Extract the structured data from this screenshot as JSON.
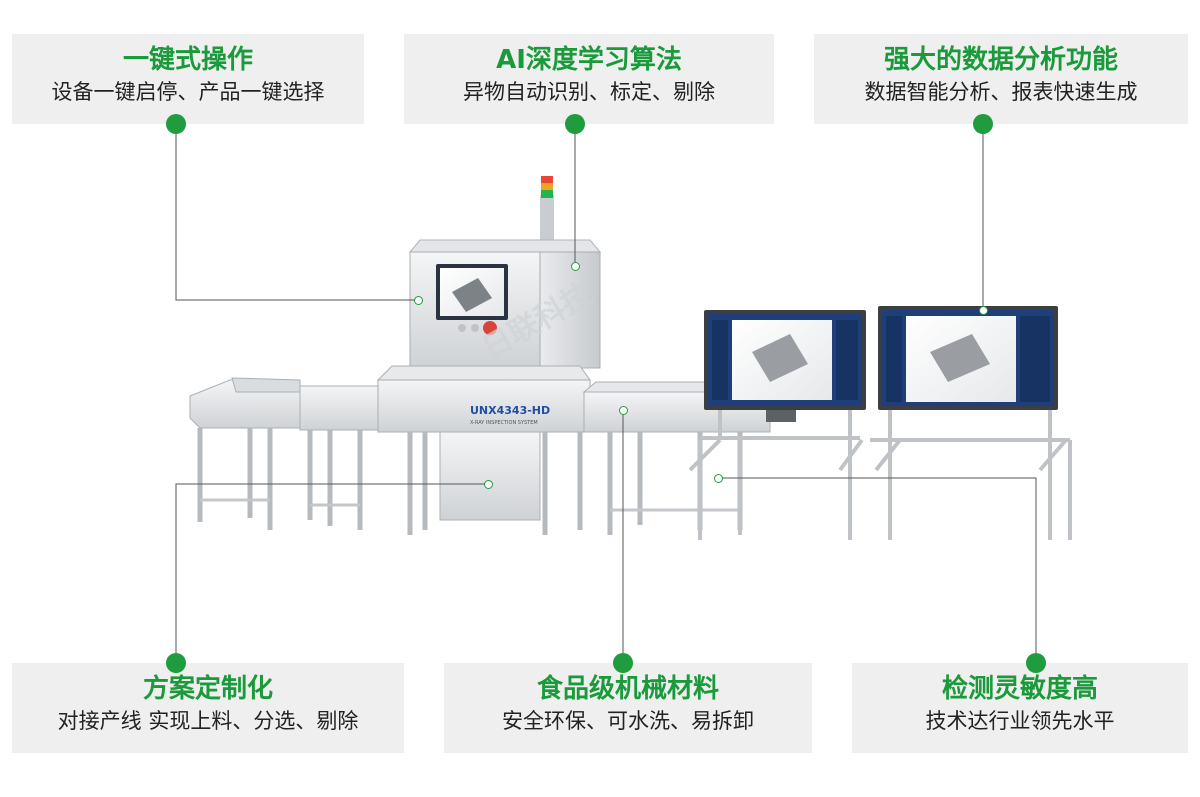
{
  "features": [
    {
      "title": "一键式操作",
      "subtitle": "设备一键启停、产品一键选择"
    },
    {
      "title": "AI深度学习算法",
      "subtitle": "异物自动识别、标定、剔除"
    },
    {
      "title": "强大的数据分析功能",
      "subtitle": "数据智能分析、报表快速生成"
    },
    {
      "title": "方案定制化",
      "subtitle": "对接产线  实现上料、分选、剔除"
    },
    {
      "title": "食品级机械材料",
      "subtitle": "安全环保、可水洗、易拆卸"
    },
    {
      "title": "检测灵敏度高",
      "subtitle": "技术达行业领先水平"
    }
  ],
  "machine": {
    "model_label": "UNX4343-HD",
    "model_sub": "X-RAY INSPECTION SYSTEM",
    "watermark": "日联科技"
  },
  "colors": {
    "accent": "#1f9c3e",
    "card_bg": "#efefef",
    "frame": "#d8dadc",
    "screen_frame": "#2f5fb0"
  }
}
